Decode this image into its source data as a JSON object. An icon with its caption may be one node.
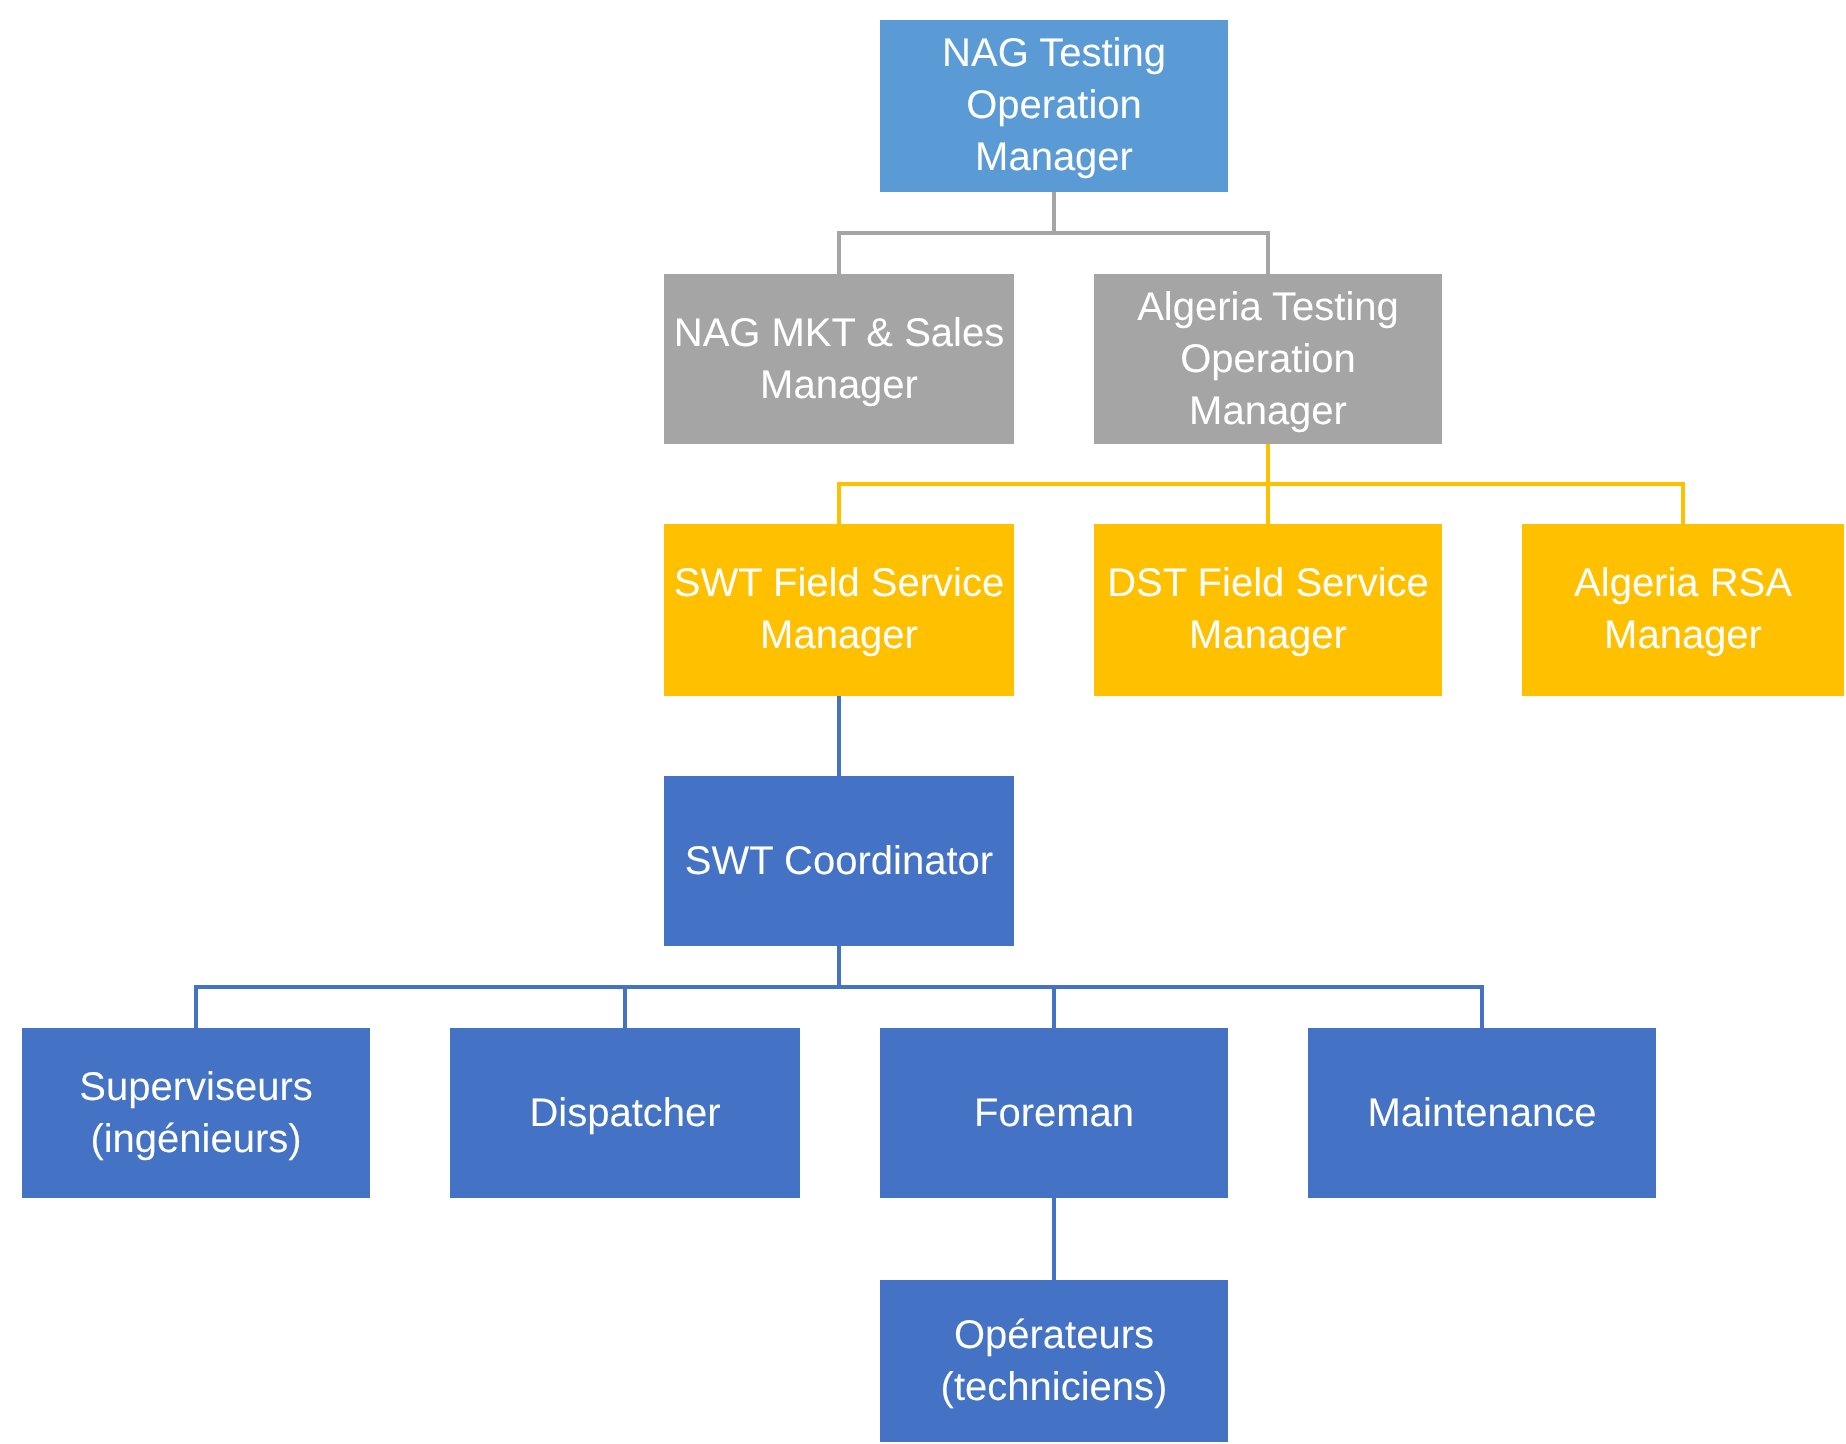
{
  "diagram": {
    "nodes": [
      {
        "text": [
          "NAG Testing Operation Manager"
        ]
      },
      {
        "text": [
          "NAG MKT & Sales Manager"
        ]
      },
      {
        "text": [
          "Algeria Testing Operation Manager"
        ]
      },
      {
        "text": [
          "SWT Field Service Manager"
        ]
      },
      {
        "text": [
          "DST Field Service Manager"
        ]
      },
      {
        "text": [
          "Algeria RSA Manager"
        ]
      },
      {
        "text": [
          "SWT Coordinator"
        ]
      },
      {
        "text": [
          "Superviseurs (ingénieurs)"
        ]
      },
      {
        "text": [
          "Dispatcher"
        ]
      },
      {
        "text": [
          "Foreman"
        ]
      },
      {
        "text": [
          "Maintenance"
        ]
      },
      {
        "text": [
          "Opérateurs (techniciens)"
        ]
      }
    ],
    "edges": [
      {
        "from": 0,
        "to": 1,
        "arrow": "none",
        "color": "#a5a5a5"
      },
      {
        "from": 0,
        "to": 2,
        "arrow": "none",
        "color": "#a5a5a5"
      },
      {
        "from": 2,
        "to": 3,
        "arrow": "none",
        "color": "#ffc000"
      },
      {
        "from": 2,
        "to": 4,
        "arrow": "none",
        "color": "#ffc000"
      },
      {
        "from": 2,
        "to": 5,
        "arrow": "none",
        "color": "#ffc000"
      },
      {
        "from": 3,
        "to": 6,
        "arrow": "none"
      },
      {
        "from": 6,
        "to": 7,
        "arrow": "none"
      },
      {
        "from": 6,
        "to": 8,
        "arrow": "none"
      },
      {
        "from": 6,
        "to": 9,
        "arrow": "none"
      },
      {
        "from": 6,
        "to": 10,
        "arrow": "none"
      },
      {
        "from": 9,
        "to": 11,
        "arrow": "none"
      }
    ]
  }
}
